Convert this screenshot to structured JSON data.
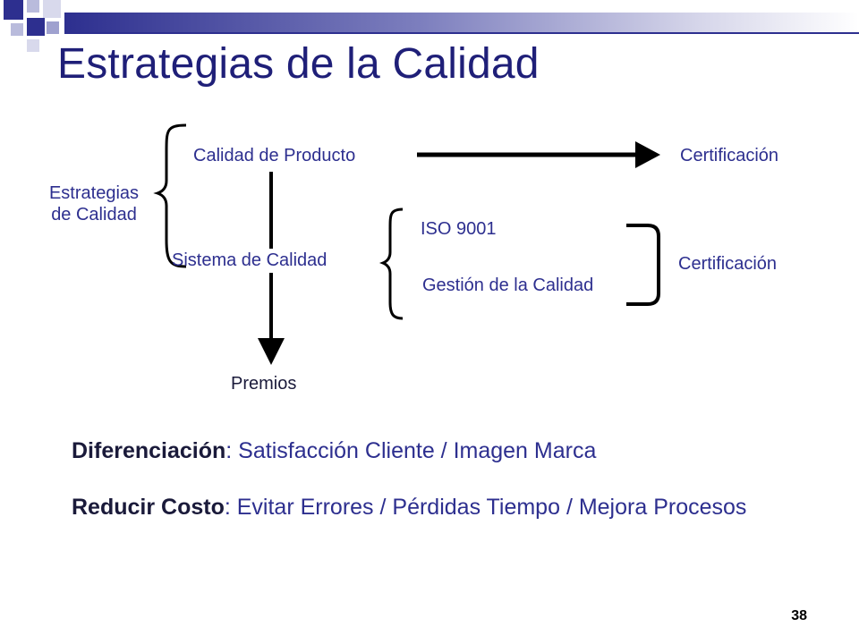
{
  "slide": {
    "title": "Estrategias de la Calidad",
    "page_number": "38"
  },
  "diagram": {
    "root_line1": "Estrategias",
    "root_line2": "de Calidad",
    "product_quality": "Calidad de Producto",
    "certification_top": "Certificación",
    "quality_system": "Sistema de Calidad",
    "iso": "ISO 9001",
    "quality_management": "Gestión de la Calidad",
    "certification_right": "Certificación",
    "awards": "Premios"
  },
  "statements": [
    {
      "bold": "Diferenciación",
      "text": ": Satisfacción Cliente / Imagen Marca"
    },
    {
      "bold": "Reducir Costo",
      "text": ": Evitar Errores / Pérdidas Tiempo / Mejora Procesos"
    }
  ],
  "colors": {
    "title": "#1f1f78",
    "text": "#2d2f8f",
    "header_start": "#2d2f8f"
  }
}
